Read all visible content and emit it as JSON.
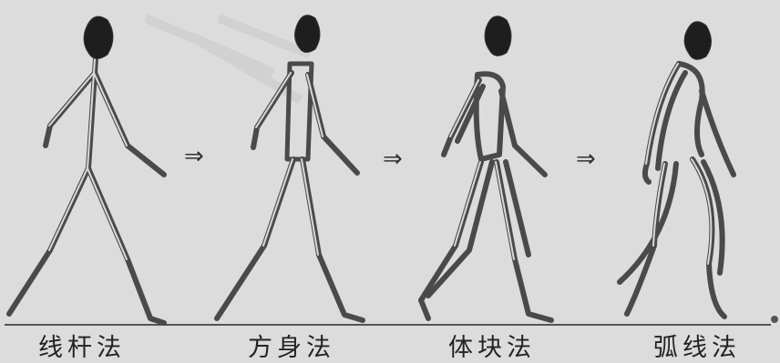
{
  "figure": {
    "captions": [
      "线杆法",
      "方身法",
      "体块法",
      "弧线法"
    ],
    "arrow_glyph": "⇒",
    "colors": {
      "background": "#dcdcdc",
      "stroke_dark": "#4a4a4a",
      "stroke_light": "#f2f2f2",
      "head_fill": "#1e1e1e",
      "ground_line": "#555555",
      "caption_text": "#222222"
    }
  }
}
